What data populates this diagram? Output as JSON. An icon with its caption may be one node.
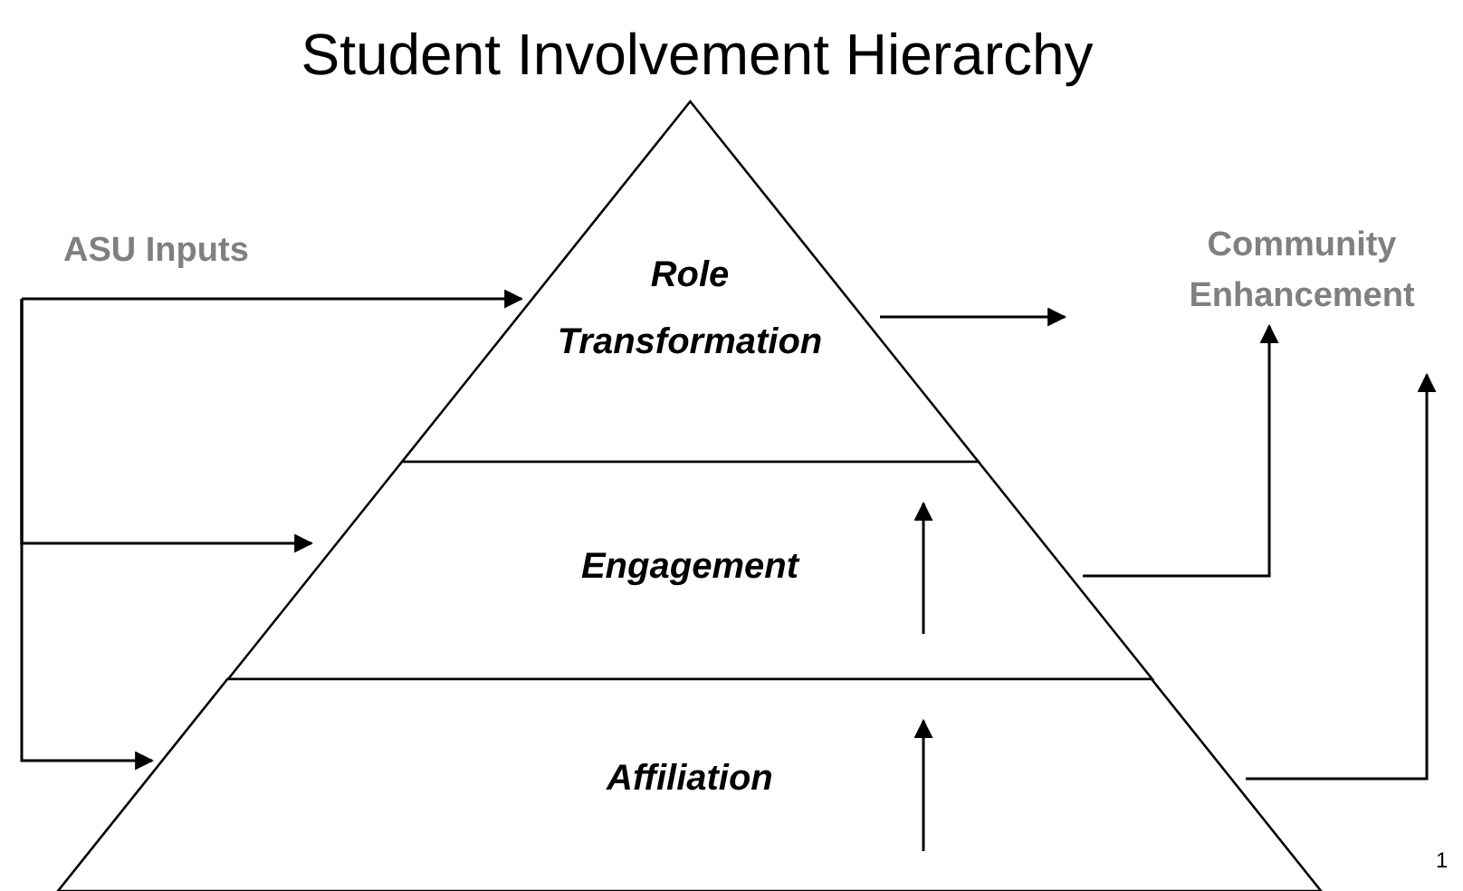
{
  "diagram": {
    "title": "Student Involvement Hierarchy",
    "nodes": [
      {
        "text": [
          "Role Transformation"
        ]
      },
      {
        "text": [
          "Engagement"
        ]
      },
      {
        "text": [
          "Affiliation"
        ]
      },
      {
        "text": [
          "Community Enhancement"
        ]
      }
    ],
    "edges": [
      {
        "from": null,
        "to": 0,
        "arrow": "to"
      },
      {
        "from": null,
        "to": 1,
        "arrow": "to"
      },
      {
        "from": null,
        "to": 2,
        "arrow": "to"
      },
      {
        "from": 2,
        "to": 1,
        "arrow": "to"
      },
      {
        "from": 1,
        "to": 0,
        "arrow": "to"
      },
      {
        "from": 0,
        "to": 3,
        "arrow": "to"
      },
      {
        "from": 1,
        "to": 3,
        "arrow": "to"
      },
      {
        "from": 2,
        "to": 3,
        "arrow": "to"
      }
    ],
    "labels": [
      "ASU Inputs",
      "1"
    ]
  }
}
